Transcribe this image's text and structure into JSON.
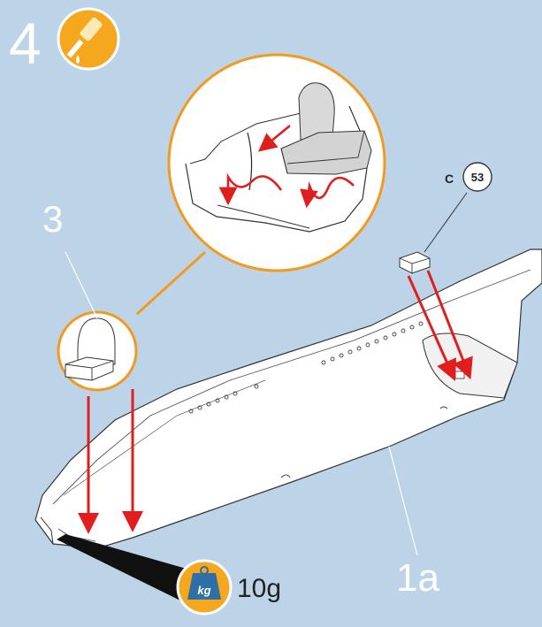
{
  "step": {
    "number": "4",
    "icon": "glue-brush-icon",
    "accent": "#f5a81e"
  },
  "labels": {
    "part_3": "3",
    "part_1a": "1a",
    "callout_prefix": "C",
    "callout_number": "53",
    "weight_unit": "kg",
    "weight_value": "10g"
  },
  "colors": {
    "background": "#bdd4e8",
    "arrow": "#e11e1e",
    "outline": "#333333",
    "part_fill": "#ffffff",
    "orange_circle": "#f39a1e"
  }
}
